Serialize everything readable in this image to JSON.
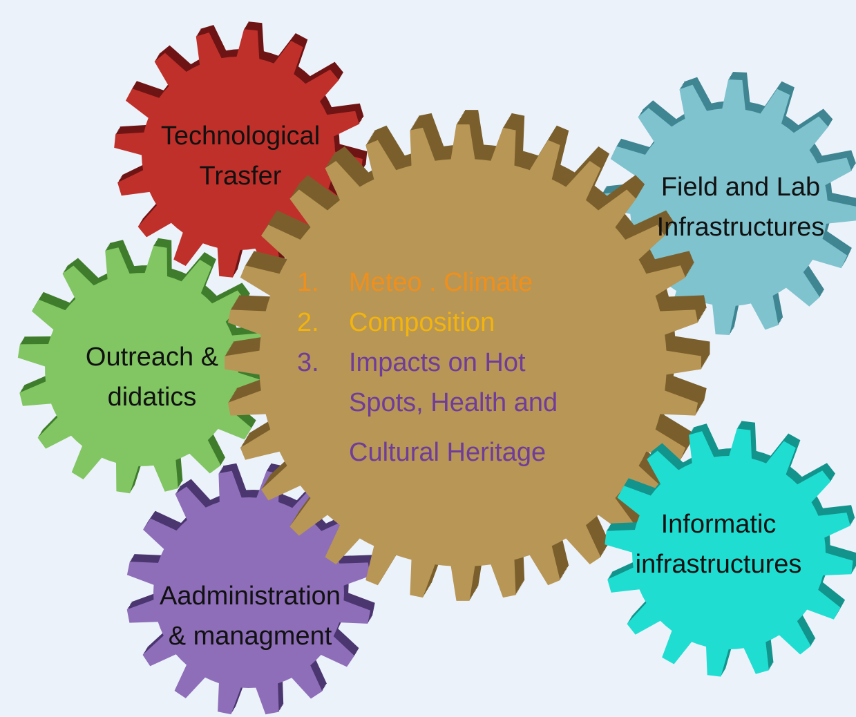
{
  "gears": [
    {
      "id": "central",
      "colors": {
        "face": "#b89656",
        "side": "#7a5f2c"
      }
    },
    {
      "id": "technological",
      "colors": {
        "face": "#c0302a",
        "side": "#6e1414"
      },
      "lines": [
        "Technological",
        "Trasfer"
      ]
    },
    {
      "id": "field-lab",
      "colors": {
        "face": "#7fc3cf",
        "side": "#3f8592"
      },
      "lines": [
        "Field and Lab",
        "Infrastructures"
      ]
    },
    {
      "id": "outreach",
      "colors": {
        "face": "#82c663",
        "side": "#3f7d2c"
      },
      "lines": [
        "Outreach &",
        "didatics"
      ]
    },
    {
      "id": "administration",
      "colors": {
        "face": "#8e6eb9",
        "side": "#4b3670"
      },
      "lines": [
        "Aadministration",
        "& managment"
      ]
    },
    {
      "id": "informatic",
      "colors": {
        "face": "#20ddd2",
        "side": "#12948c"
      },
      "lines": [
        "Informatic",
        "infrastructures"
      ]
    }
  ],
  "topics": [
    {
      "number": "1.",
      "lines": [
        "Meteo . Climate"
      ],
      "color": "#f0901c"
    },
    {
      "number": "2.",
      "lines": [
        "Composition"
      ],
      "color": "#f2b40d"
    },
    {
      "number": "3.",
      "lines": [
        "Impacts on Hot",
        "Spots, Health  and",
        "Cultural Heritage"
      ],
      "color": "#6f3c9a"
    }
  ]
}
